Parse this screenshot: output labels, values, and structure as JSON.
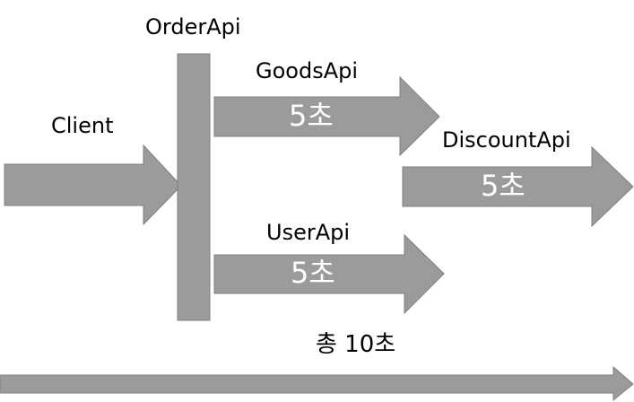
{
  "colors": {
    "shape_fill": "#9b9b9b",
    "shape_stroke": "#7f7f7f",
    "background": "#ffffff",
    "duration_text": "#ffffff",
    "label_text": "#000000"
  },
  "labels": {
    "client": "Client",
    "order_api": "OrderApi",
    "goods_api": "GoodsApi",
    "discount_api": "DiscountApi",
    "user_api": "UserApi"
  },
  "durations": {
    "goods_api": "5초",
    "discount_api": "5초",
    "user_api": "5초"
  },
  "total": {
    "label": "총 10초"
  }
}
